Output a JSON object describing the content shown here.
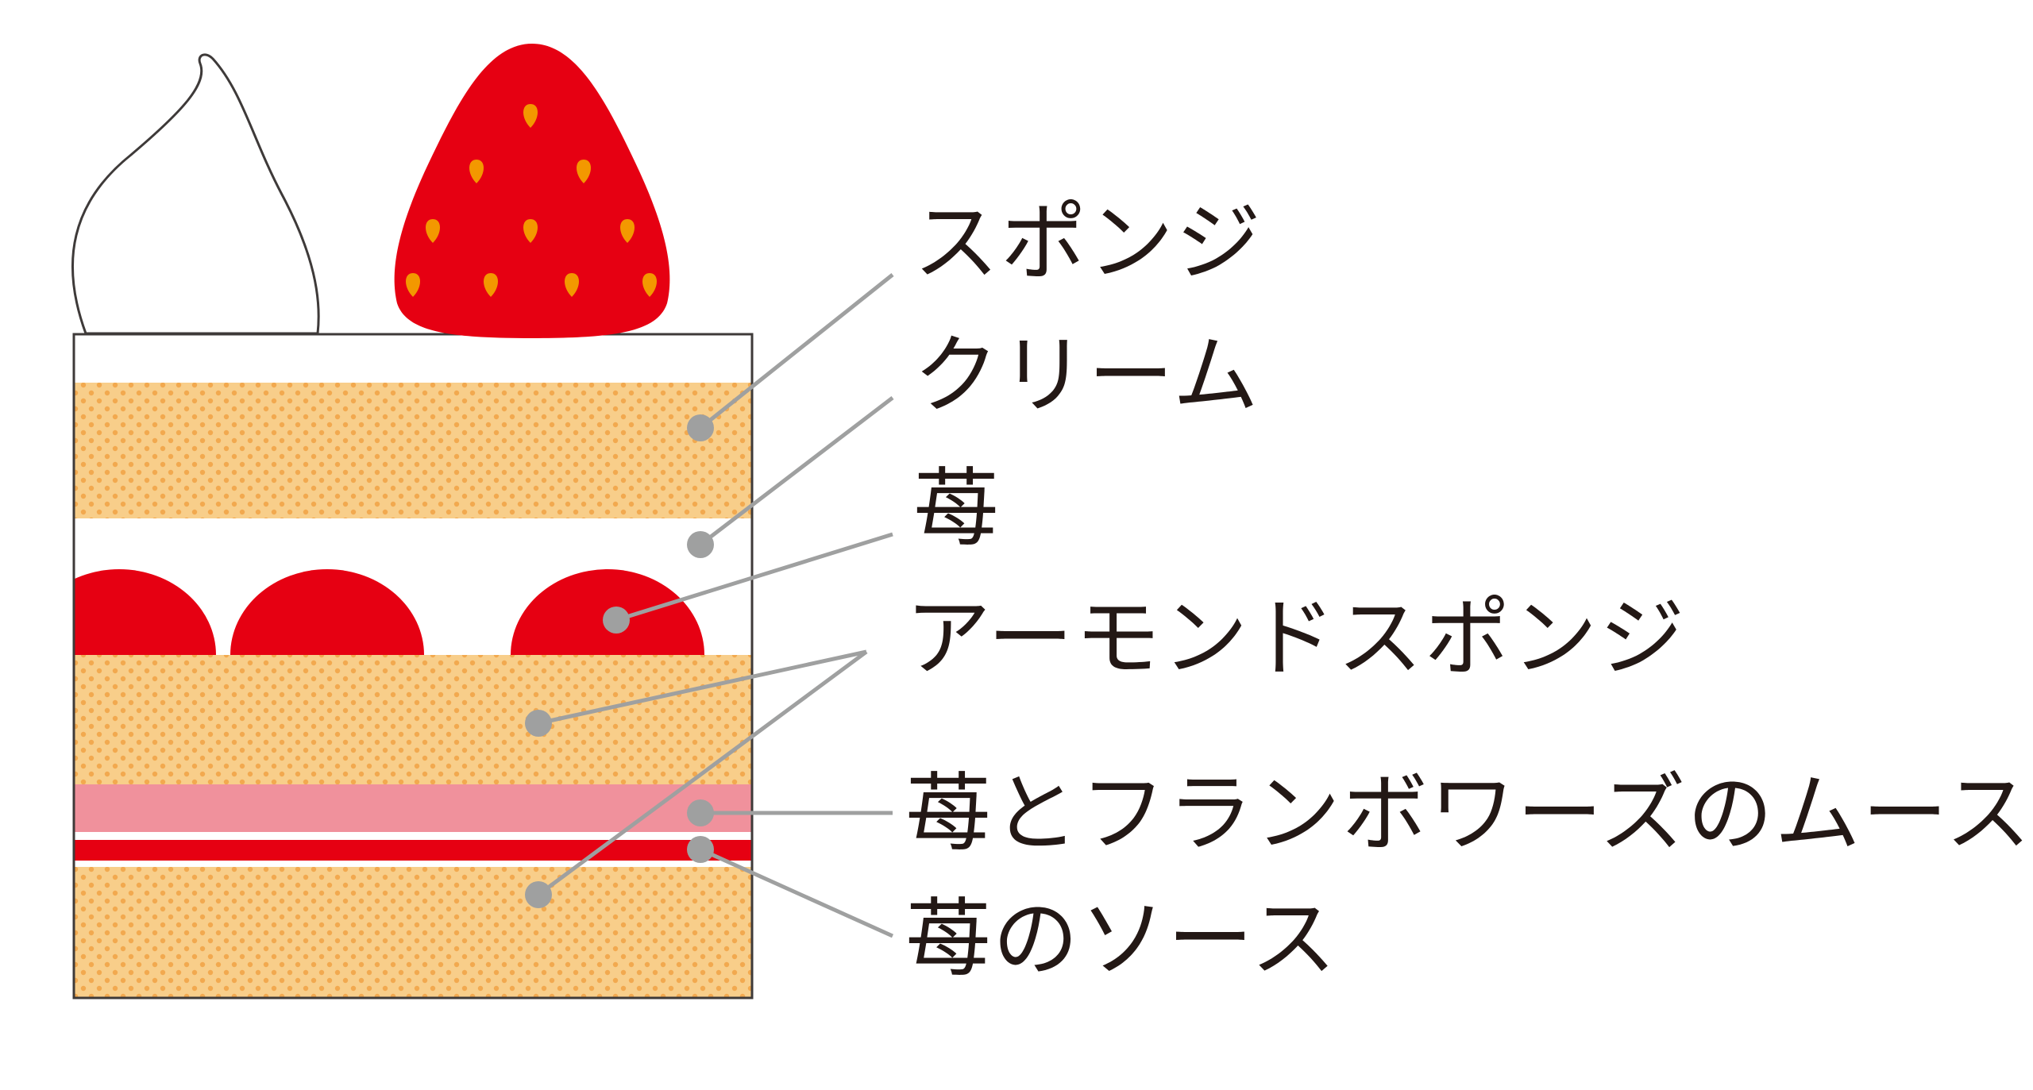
{
  "diagram": {
    "title_hint": "cake cross-section layer diagram",
    "labels": [
      {
        "id": "sponge",
        "text": "スポンジ"
      },
      {
        "id": "cream",
        "text": "クリーム"
      },
      {
        "id": "strawberry",
        "text": "苺"
      },
      {
        "id": "almond-sponge",
        "text": "アーモンドスポンジ"
      },
      {
        "id": "mousse",
        "text": "苺とフランボワーズのムース"
      },
      {
        "id": "sauce",
        "text": "苺のソース"
      }
    ]
  },
  "colors": {
    "sponge": "#F8CE8A",
    "sponge-dot": "#F2A94F",
    "red": "#E60012",
    "pink": "#F0919C",
    "seed": "#F39800",
    "leader": "#9FA0A0",
    "outline": "#3E3A39",
    "text": "#231815",
    "background": "#FFFFFF"
  }
}
